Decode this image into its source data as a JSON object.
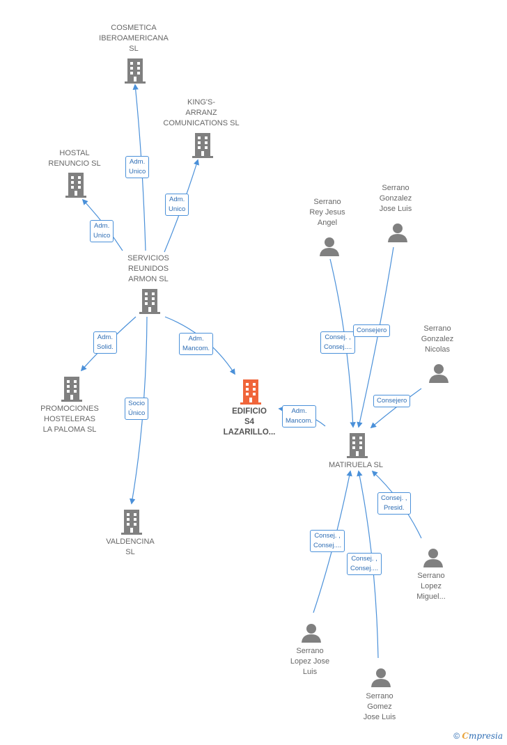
{
  "nodes": {
    "cosmetica": {
      "label": "COSMETICA\nIBEROAMERICANA\nSL"
    },
    "kings": {
      "label": "KING'S-\nARRANZ\nCOMUNICATIONS SL"
    },
    "hostal": {
      "label": "HOSTAL\nRENUNCIO  SL"
    },
    "servicios": {
      "label": "SERVICIOS\nREUNIDOS\nARMON SL"
    },
    "promociones": {
      "label": "PROMOCIONES\nHOSTELERAS\nLA PALOMA  SL"
    },
    "edificio": {
      "label": "EDIFICIO\nS4\nLAZARILLO..."
    },
    "valdencina": {
      "label": "VALDENCINA\nSL"
    },
    "matiruela": {
      "label": "MATIRUELA  SL"
    },
    "p_rey": {
      "label": "Serrano\nRey Jesus\nAngel"
    },
    "p_gonzalez_jl": {
      "label": "Serrano\nGonzalez\nJose Luis"
    },
    "p_nicolas": {
      "label": "Serrano\nGonzalez\nNicolas"
    },
    "p_miguel": {
      "label": "Serrano\nLopez\nMiguel..."
    },
    "p_lopez_jl": {
      "label": "Serrano\nLopez Jose\nLuis"
    },
    "p_gomez": {
      "label": "Serrano\nGomez\nJose Luis"
    }
  },
  "edges": {
    "e1": {
      "label": "Adm.\nUnico"
    },
    "e2": {
      "label": "Adm.\nUnico"
    },
    "e3": {
      "label": "Adm.\nUnico"
    },
    "e4": {
      "label": "Adm.\nSolid."
    },
    "e5": {
      "label": "Adm.\nMancom."
    },
    "e6": {
      "label": "Socio\nÚnico"
    },
    "e7": {
      "label": "Adm.\nMancom."
    },
    "e8": {
      "label": "Consej. ,\nConsej...."
    },
    "e9": {
      "label": "Consejero"
    },
    "e10": {
      "label": "Consejero"
    },
    "e11": {
      "label": "Consej. ,\nPresid."
    },
    "e12": {
      "label": "Consej. ,\nConsej...."
    },
    "e13": {
      "label": "Consej. ,\nConsej...."
    }
  },
  "footer": {
    "copyright": "©",
    "brand_first": "C",
    "brand_rest": "mpresia"
  },
  "colors": {
    "edge": "#4a90d9",
    "company": "#808080",
    "focus": "#f0653a",
    "person": "#808080"
  }
}
